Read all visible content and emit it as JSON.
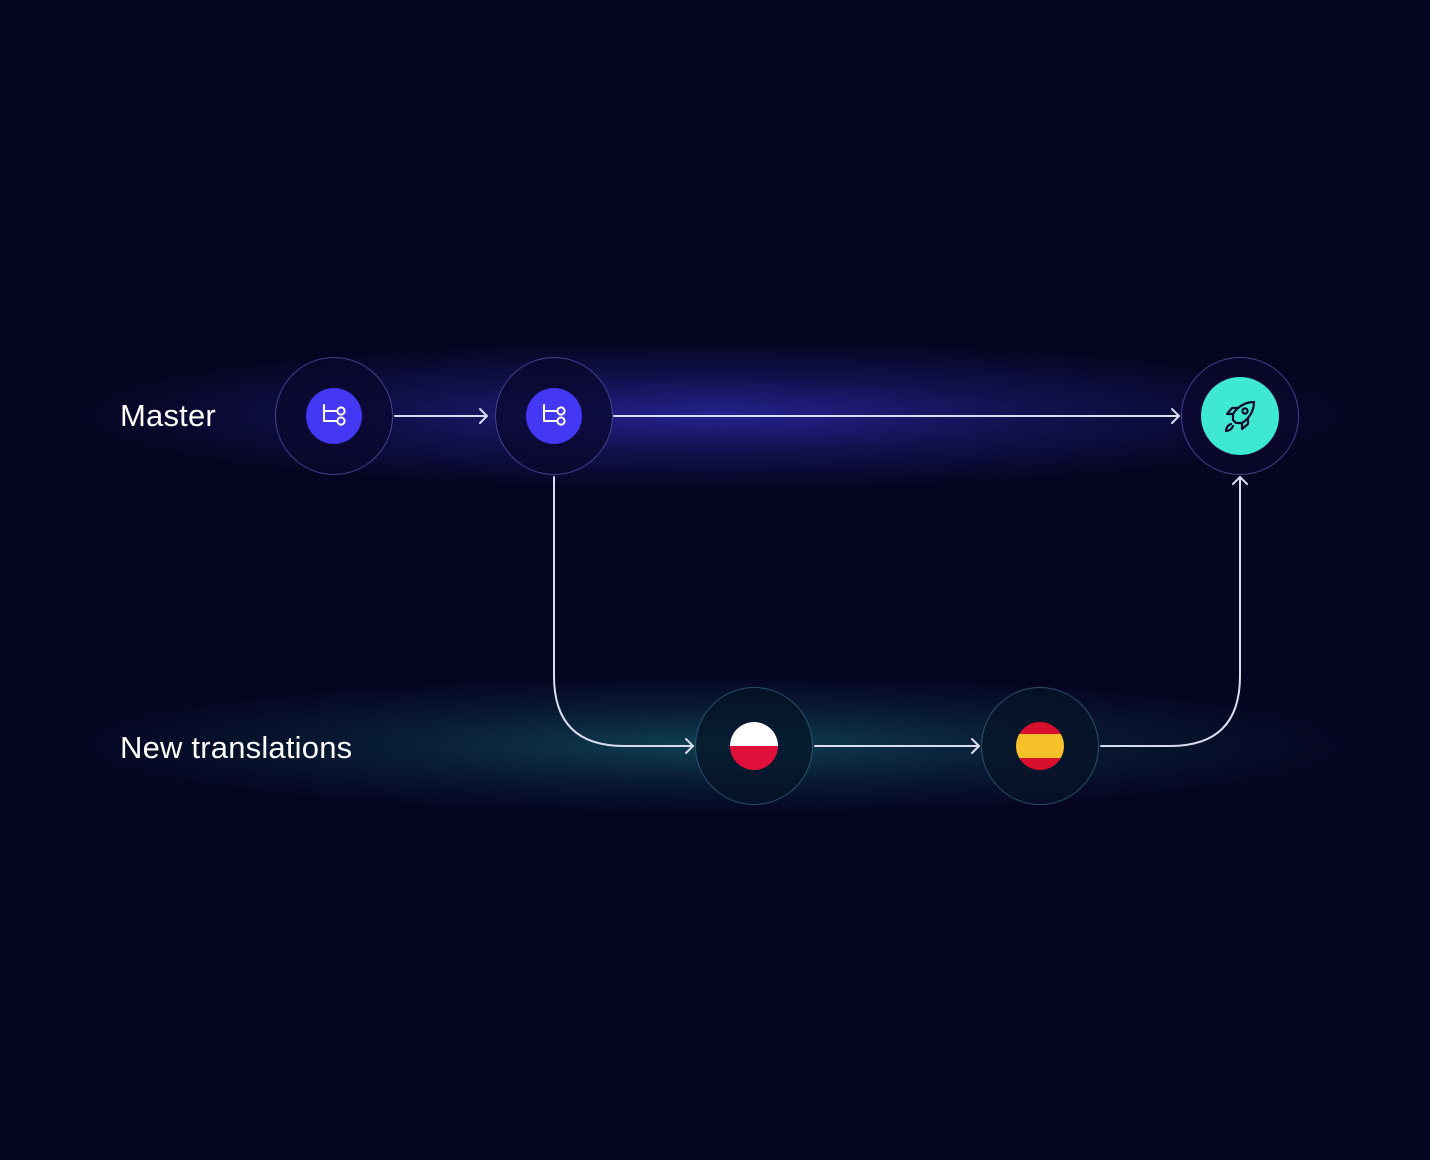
{
  "lanes": {
    "master": "Master",
    "translations": "New translations"
  },
  "nodes": [
    {
      "id": "master-branch-1",
      "icon": "branch-icon",
      "lane": "master"
    },
    {
      "id": "master-branch-2",
      "icon": "branch-icon",
      "lane": "master"
    },
    {
      "id": "release",
      "icon": "rocket-icon",
      "lane": "master"
    },
    {
      "id": "translation-pl",
      "icon": "poland-flag-icon",
      "lane": "translations"
    },
    {
      "id": "translation-es",
      "icon": "spain-flag-icon",
      "lane": "translations"
    }
  ],
  "colors": {
    "background": "#050522",
    "branch_accent": "#4438F5",
    "release_accent": "#3FE8D2",
    "master_glow": "#3F3AE8",
    "translations_glow": "#16707A"
  }
}
